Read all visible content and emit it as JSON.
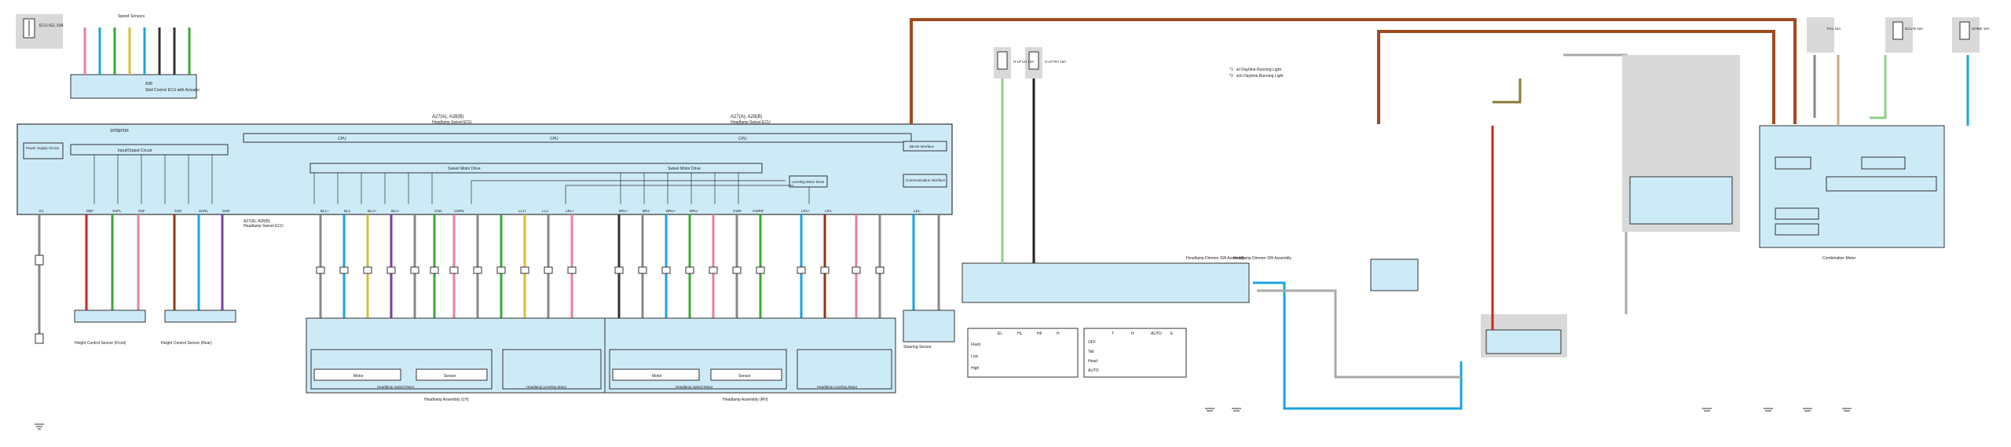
{
  "ecu_main": {
    "name": "A27(A), A28(B)",
    "subname": "Headlamp Swivel ECU",
    "pins_top": [
      "SPDL",
      "SPDR"
    ],
    "pins_bottom": [
      "E1",
      "DBF",
      "SHFL",
      "SSF",
      "SSR",
      "SHRL",
      "SHR",
      "BL1+",
      "BL1-",
      "BLU+",
      "BLU-",
      "CWL",
      "CWRL",
      "LL1+",
      "LL1-",
      "LE1+",
      "BR1+",
      "BR1-",
      "BRU+",
      "BRU-",
      "CWR",
      "CWRR",
      "LR1+",
      "LR1-",
      "LE1-"
    ],
    "internal_labels": [
      "Power Supply Circuit",
      "Input/Output Circuit",
      "Swivel Motor Drive",
      "Leveling Motor Drive",
      "Communication Interface",
      "BEAN Interface"
    ],
    "cpu_labels": [
      "CPU",
      "CPU",
      "CPU"
    ]
  },
  "meter_ecu": {
    "id": "A38",
    "name": "Skid Control ECU with Actuator",
    "title": "Speed Sensors"
  },
  "fuses": [
    "ECU-IG1 10A",
    "H-LP LH 15A",
    "H-LP RH 15A",
    "TAIL 10A",
    "ECU-B 10A",
    "DOME 10A"
  ],
  "components": {
    "h7": "Height Control Sensor (Front)",
    "h3": "Height Control Sensor (Rear)",
    "ll": "Headlamp Assembly (LH)",
    "rr": "Headlamp Assembly (RH)",
    "steer": "Steering Sensor",
    "dimmer": "Headlamp Dimmer SW Assembly",
    "combo": "Combination Meter"
  },
  "motor_labels": [
    "Motor",
    "Sensor",
    "Headlamp Swivel Motor",
    "Headlamp Leveling Motor"
  ],
  "notes": [
    "*1 : w/ Daytime Running Light",
    "*2 : w/o Daytime Running Light"
  ],
  "legend": {
    "light_rows": [
      "Flash",
      "Low",
      "High"
    ],
    "light_cols": [
      "EL",
      "HL",
      "HF",
      "H"
    ],
    "tail_rows": [
      "OFF",
      "Tail",
      "Head",
      "AUTO"
    ],
    "tail_cols": [
      "T",
      "H",
      "AUTO",
      "E"
    ]
  },
  "colors": {
    "brown": "#8b3a1a",
    "blue": "#1aa3e0",
    "green": "#3aaa35",
    "red": "#d42020",
    "gray": "#999999",
    "panel": "#cdeaf7"
  }
}
